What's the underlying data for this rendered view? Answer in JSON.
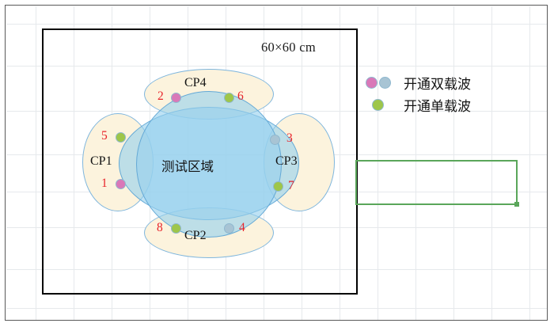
{
  "figure": {
    "room_label": "60×60 cm",
    "center_zone_label": "测试区域"
  },
  "colors": {
    "dot_pink": "#d978b8",
    "dot_blue": "#a8c4d4",
    "dot_green": "#9ec64a",
    "cp_fill": "#fcf3dd",
    "cp_stroke": "#7fb6dd",
    "center_fill": "#96d0ee",
    "center_stroke": "#64a9d6",
    "room_stroke": "#000000",
    "selection_stroke": "#5aa65a",
    "number_color": "#e8232a",
    "grid_color": "#e6e9ec"
  },
  "cp_groups": [
    {
      "id": "cp1",
      "label": "CP1"
    },
    {
      "id": "cp2",
      "label": "CP2"
    },
    {
      "id": "cp3",
      "label": "CP3"
    },
    {
      "id": "cp4",
      "label": "CP4"
    }
  ],
  "dots": [
    {
      "num": "1",
      "group": "CP1",
      "color": "dot_pink"
    },
    {
      "num": "5",
      "group": "CP1",
      "color": "dot_green"
    },
    {
      "num": "8",
      "group": "CP2",
      "color": "dot_green"
    },
    {
      "num": "4",
      "group": "CP2",
      "color": "dot_blue"
    },
    {
      "num": "3",
      "group": "CP3",
      "color": "dot_blue"
    },
    {
      "num": "7",
      "group": "CP3",
      "color": "dot_green"
    },
    {
      "num": "2",
      "group": "CP4",
      "color": "dot_pink"
    },
    {
      "num": "6",
      "group": "CP4",
      "color": "dot_green"
    }
  ],
  "legend": {
    "rows": [
      {
        "label": "开通双载波",
        "dots": [
          "dot_pink",
          "dot_blue"
        ]
      },
      {
        "label": "开通单载波",
        "dots": [
          "dot_green"
        ]
      }
    ]
  },
  "grid": {
    "vertical_x": [
      45,
      93,
      141,
      189,
      237,
      285,
      333,
      381,
      429,
      477,
      525,
      573,
      621,
      669
    ],
    "horizontal_y": [
      30,
      83,
      140,
      195,
      242,
      287,
      340,
      389
    ]
  }
}
